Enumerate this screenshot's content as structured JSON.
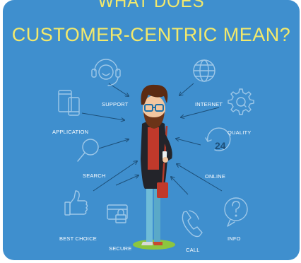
{
  "header": {
    "title_top": "WHAT DOES",
    "title_main": "CUSTOMER-CENTRIC MEAN?"
  },
  "labels": {
    "support": "SUPPORT",
    "internet": "INTERNET",
    "application": "APPLICATION",
    "quality": "QUALITY",
    "online": "ONLINE",
    "online_number": "24",
    "search": "SEARCH",
    "best_choice": "BEST CHOICE",
    "secure": "SECURE",
    "call": "CALL",
    "info": "INFO"
  },
  "colors": {
    "background": "#3f8fce",
    "title": "#f3e96b",
    "icon_outline": "#9fc8e8",
    "arrow": "#1d4f78"
  },
  "icons": [
    "headset-icon",
    "globe-icon",
    "mobile-devices-icon",
    "quality-gear-icon",
    "clock-24-icon",
    "magnifier-icon",
    "thumbs-up-icon",
    "padlock-card-icon",
    "phone-icon",
    "question-bubble-icon"
  ]
}
